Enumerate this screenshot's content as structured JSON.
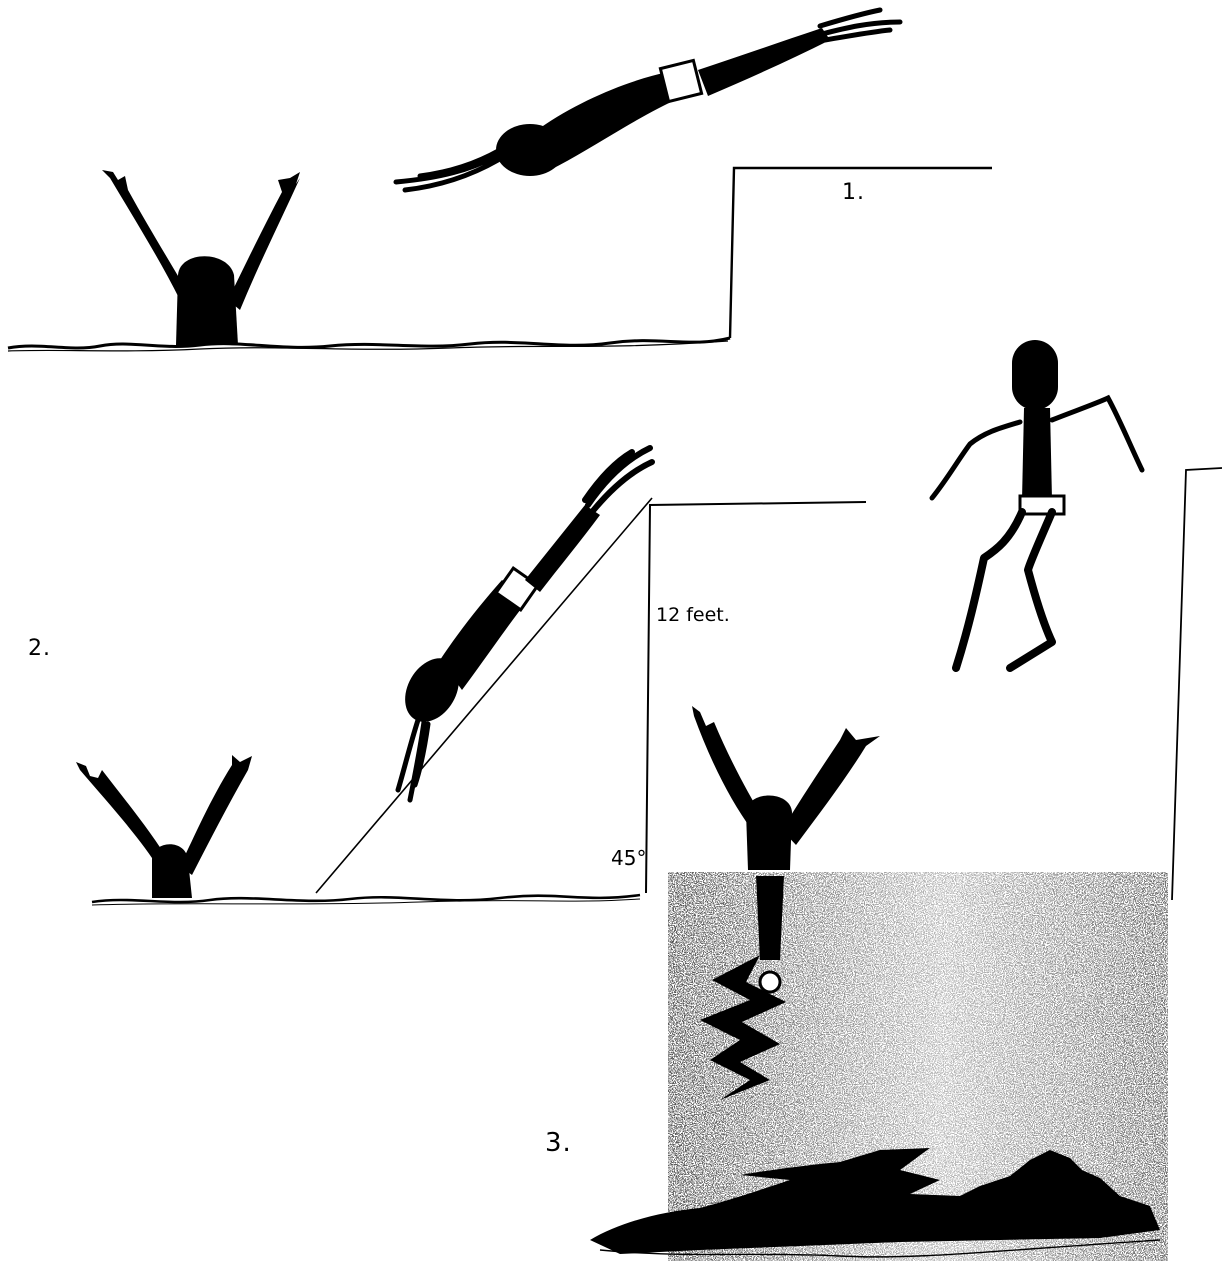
{
  "labels": {
    "panel_1": "1.",
    "panel_2": "2.",
    "panel_3": "3.",
    "height": "12 feet.",
    "angle": "45°"
  },
  "colors": {
    "ink": "#000000",
    "paper": "#ffffff",
    "water_shading": "#1a1a1a"
  }
}
